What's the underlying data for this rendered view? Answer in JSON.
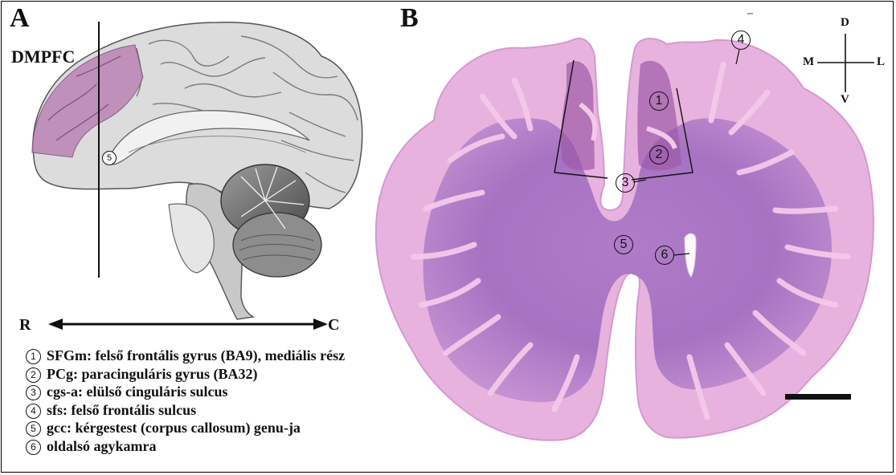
{
  "panel_a": {
    "letter": "A",
    "region_label": "DMPFC",
    "axis": {
      "left": "R",
      "right": "C"
    },
    "marker": "5"
  },
  "panel_b": {
    "letter": "B",
    "orientation": {
      "up": "D",
      "down": "V",
      "left": "M",
      "right": "L"
    },
    "markers": [
      "1",
      "2",
      "3",
      "4",
      "5",
      "6"
    ]
  },
  "legend": [
    {
      "num": "1",
      "text": "SFGm: felső frontális gyrus (BA9), mediális rész"
    },
    {
      "num": "2",
      "text": "PCg: paracinguláris gyrus (BA32)"
    },
    {
      "num": "3",
      "text": "cgs-a: elülső cinguláris sulcus"
    },
    {
      "num": "4",
      "text": "sfs: felső frontális sulcus"
    },
    {
      "num": "5",
      "text": "gcc: kérgestest (corpus callosum) genu-ja"
    },
    {
      "num": "6",
      "text": "oldalsó agykamra"
    }
  ],
  "colors": {
    "stain_tissue": "#e3a6d8",
    "stain_cortex_edge": "#f0c3e8",
    "stain_white_matter": "#b07cc9",
    "dmpfc_highlight": "#b983b5",
    "brain_gray": "#d9d9d9"
  }
}
